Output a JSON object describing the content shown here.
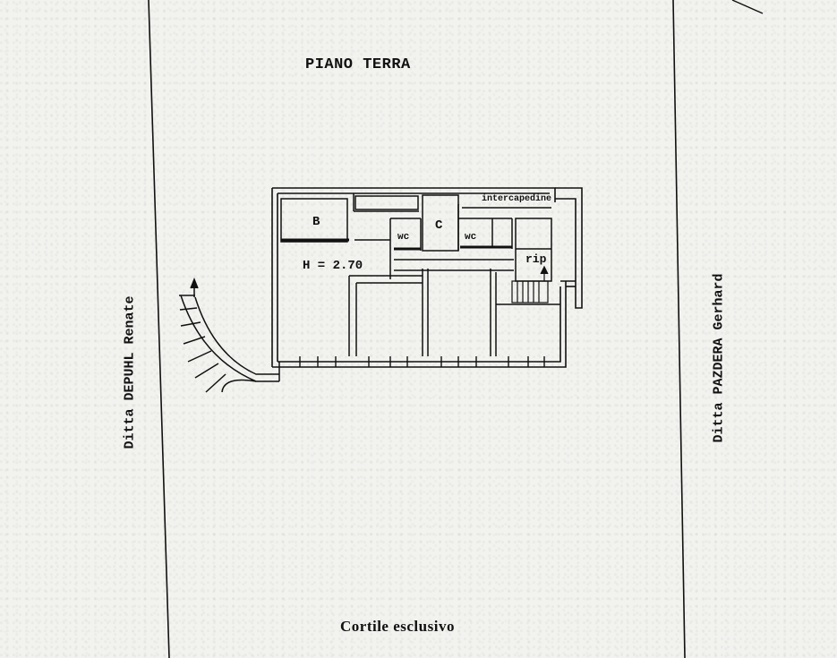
{
  "title": "PIANO TERRA",
  "courtyard_label": "Cortile esclusivo",
  "neighbor_left": "Ditta DEPUHL Renate",
  "neighbor_right": "Ditta PAZDERA Gerhard",
  "rooms": {
    "b": "B",
    "c": "C",
    "wc1": "wc",
    "wc2": "wc",
    "rip": "rip",
    "interspace": "intercapedine",
    "height": "H = 2.70"
  }
}
